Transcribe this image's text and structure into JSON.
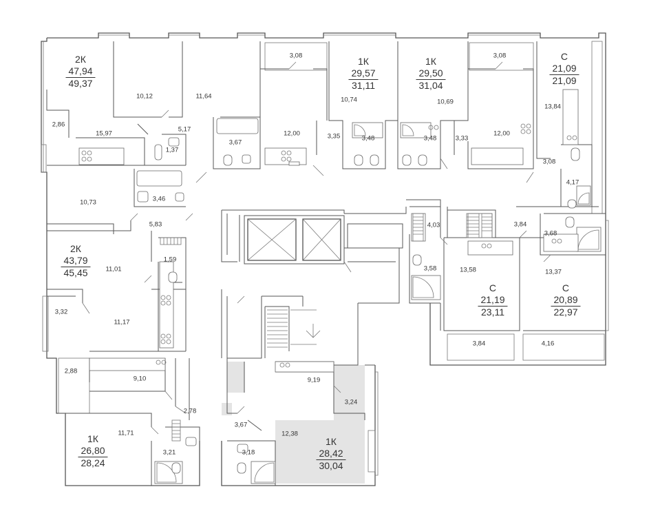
{
  "apartments": [
    {
      "id": "a1",
      "type": "2К",
      "living": "47,94",
      "total": "49,37"
    },
    {
      "id": "a2",
      "type": "1К",
      "living": "29,57",
      "total": "31,11"
    },
    {
      "id": "a3",
      "type": "1К",
      "living": "29,50",
      "total": "31,04"
    },
    {
      "id": "a4",
      "type": "С",
      "living": "21,09",
      "total": "21,09"
    },
    {
      "id": "a5",
      "type": "2К",
      "living": "43,79",
      "total": "45,45"
    },
    {
      "id": "a6",
      "type": "С",
      "living": "21,19",
      "total": "23,11"
    },
    {
      "id": "a7",
      "type": "С",
      "living": "20,89",
      "total": "22,97"
    },
    {
      "id": "a8",
      "type": "1К",
      "living": "26,80",
      "total": "28,24"
    },
    {
      "id": "a9",
      "type": "1К",
      "living": "28,42",
      "total": "30,04"
    }
  ],
  "room_areas": [
    "10,12",
    "11,64",
    "3,08",
    "3,08",
    "2,86",
    "15,97",
    "5,17",
    "1,37",
    "3,67",
    "12,00",
    "10,74",
    "3,35",
    "3,48",
    "3,48",
    "10,69",
    "3,33",
    "12,00",
    "13,84",
    "3,08",
    "4,17",
    "10,73",
    "3,46",
    "5,83",
    "11,01",
    "1,59",
    "4,03",
    "3,84",
    "3,68",
    "3,58",
    "13,58",
    "13,37",
    "3,32",
    "11,17",
    "3,84",
    "4,16",
    "2,88",
    "9,10",
    "9,19",
    "3,24",
    "2,78",
    "11,71",
    "3,67",
    "12,38",
    "3,18",
    "3,21"
  ]
}
